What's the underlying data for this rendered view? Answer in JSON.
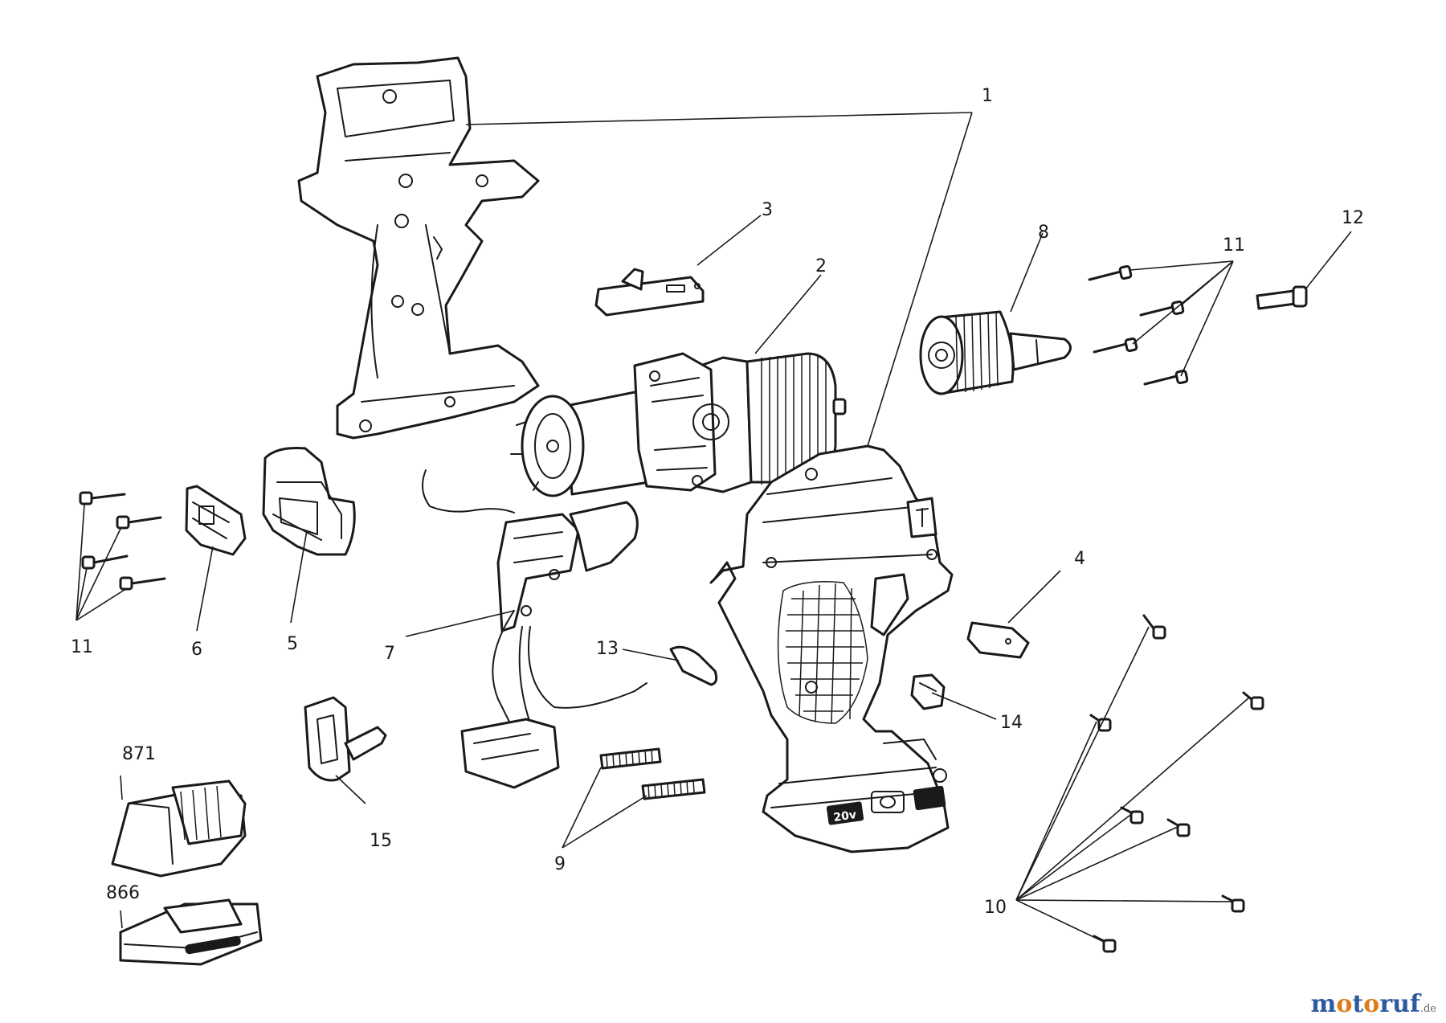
{
  "callouts": {
    "c1": "1",
    "c2": "2",
    "c3": "3",
    "c4": "4",
    "c5": "5",
    "c6": "6",
    "c7": "7",
    "c8": "8",
    "c9": "9",
    "c10": "10",
    "c11a": "11",
    "c11b": "11",
    "c12": "12",
    "c13": "13",
    "c14": "14",
    "c15": "15",
    "c866": "866",
    "c871": "871"
  },
  "housing_badge": {
    "voltage": "20v"
  },
  "watermark": {
    "brand": "motoruf",
    "suffix": ".de"
  },
  "colors": {
    "line": "#1a1a1a",
    "background": "#ffffff",
    "watermark_blue": "#2b5a9e",
    "watermark_orange": "#e07b1a"
  }
}
